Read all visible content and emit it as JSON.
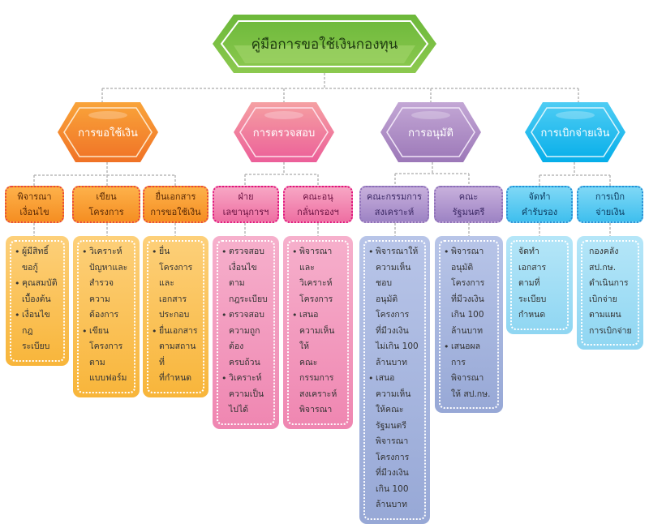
{
  "title": "คู่มือการขอใช้เงินกองทุน",
  "colors": {
    "title": "#7dc242",
    "orange": "#f58e22",
    "pink": "#ee6fa2",
    "purple": "#a88cc6",
    "blue": "#22b3ec",
    "connector": "#b8b8b8"
  },
  "categories": [
    {
      "label": "การขอใช้เงิน",
      "color": "orange",
      "subs": [
        {
          "label": "พิจารณา\nเงื่อนไข",
          "items": [
            "ผู้มีสิทธิ์\nขอกู้",
            "คุณสมบัติ\nเบื้องต้น",
            "เงื่อนไข\nกฎระเบียบ"
          ]
        },
        {
          "label": "เขียน\nโครงการ",
          "items": [
            "วิเคราะห์\nปัญหาและ\nสำรวจความ\nต้องการ",
            "เขียน\nโครงการ\nตาม\nแบบฟอร์ม"
          ]
        },
        {
          "label": "ยื่นเอกสาร\nการขอใช้เงิน",
          "items": [
            "ยื่นโครงการ\nและเอกสาร\nประกอบ",
            "ยื่นเอกสาร\nตามสถานที่\nที่กำหนด"
          ]
        }
      ]
    },
    {
      "label": "การตรวจสอบ",
      "color": "pink",
      "subs": [
        {
          "label": "ฝ่าย\nเลขานุการฯ",
          "items": [
            "ตรวจสอบ\nเงื่อนไขตาม\nกฎระเบียบ",
            "ตรวจสอบ\nความถูกต้อง\nครบถ้วน",
            "วิเคราะห์\nความเป็น\nไปได้"
          ]
        },
        {
          "label": "คณะอนุ\nกลั่นกรองฯ",
          "items": [
            "พิจารณา\nและวิเคราะห์\nโครงการ",
            "เสนอ\nความเห็นให้\nคณะกรรมการ\nสงเคราะห์\nพิจารณา"
          ]
        }
      ]
    },
    {
      "label": "การอนุมัติ",
      "color": "purple",
      "subs": [
        {
          "label": "คณะกรรมการ\nสงเคราะห์",
          "items": [
            "พิจารณาให้\nความเห็นชอบ\nอนุมัติ\nโครงการ\nที่มีวงเงิน\nไม่เกิน 100\nล้านบาท",
            "เสนอ\nความเห็น\nให้คณะ\nรัฐมนตรี\nพิจารณา\nโครงการ\nที่มีวงเงิน\nเกิน 100\nล้านบาท"
          ]
        },
        {
          "label": "คณะ\nรัฐมนตรี",
          "items": [
            "พิจารณา\nอนุมัติ\nโครงการ\nที่มีวงเงิน\nเกิน 100\nล้านบาท",
            "เสนอผล\nการพิจารณา\nให้ สป.กษ."
          ]
        }
      ]
    },
    {
      "label": "การเบิกจ่ายเงิน",
      "color": "blue",
      "subs": [
        {
          "label": "จัดทำ\nคำรับรอง",
          "text": "จัดทำเอกสาร\nตามที่ระเบียบ\nกำหนด"
        },
        {
          "label": "การเบิก\nจ่ายเงิน",
          "text": "กองคลัง\nสป.กษ.\nดำเนินการ\nเบิกจ่าย\nตามแผน\nการเบิกจ่าย"
        }
      ]
    }
  ]
}
